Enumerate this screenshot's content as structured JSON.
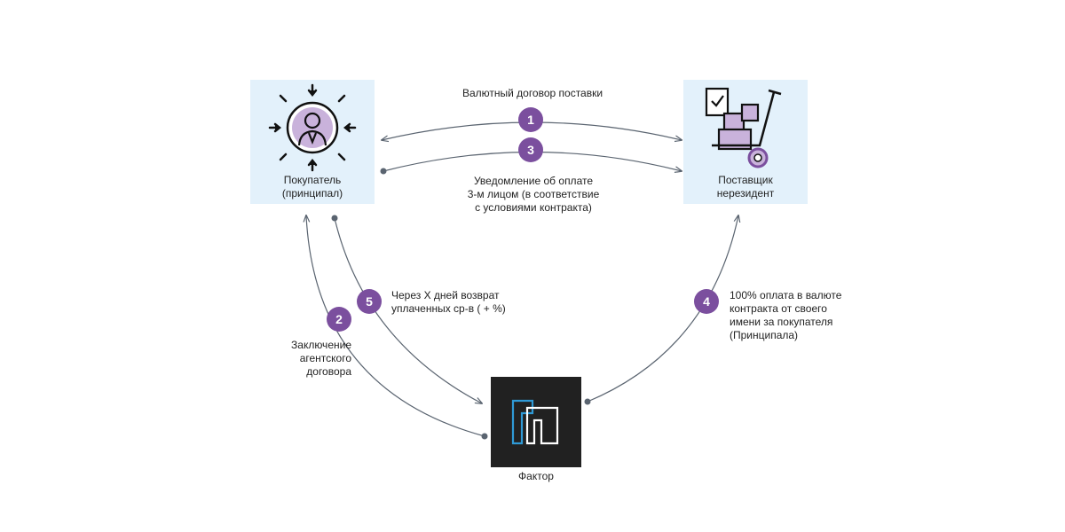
{
  "nodes": {
    "buyer": {
      "label": "Покупатель\n(принципал)"
    },
    "supplier": {
      "label": "Поставщик\nнерезидент"
    },
    "factor": {
      "label": "Фактор"
    }
  },
  "steps": [
    {
      "number": "1",
      "text": "Валютный  договор поставки"
    },
    {
      "number": "2",
      "text": "Заключение\nагентского\nдоговора"
    },
    {
      "number": "3",
      "text": "Уведомление  об оплате\n3-м лицом (в соответствие\nс условиями контракта)"
    },
    {
      "number": "4",
      "text": "100% оплата  в валюте\nконтракта  от своего\nимени за покупателя\n(Принципала)"
    },
    {
      "number": "5",
      "text": "Через Х дней возврат\nуплаченных  ср-в ( + %)"
    }
  ],
  "icons": {
    "buyer": "person-with-inward-arrows-icon",
    "supplier": "hand-truck-with-document-icon",
    "factor": "factor-logo-icon"
  },
  "colors": {
    "accent": "#7b4f9e",
    "node_background": "#e3f1fb",
    "factor_background": "#212121",
    "connector": "#5a6470"
  }
}
